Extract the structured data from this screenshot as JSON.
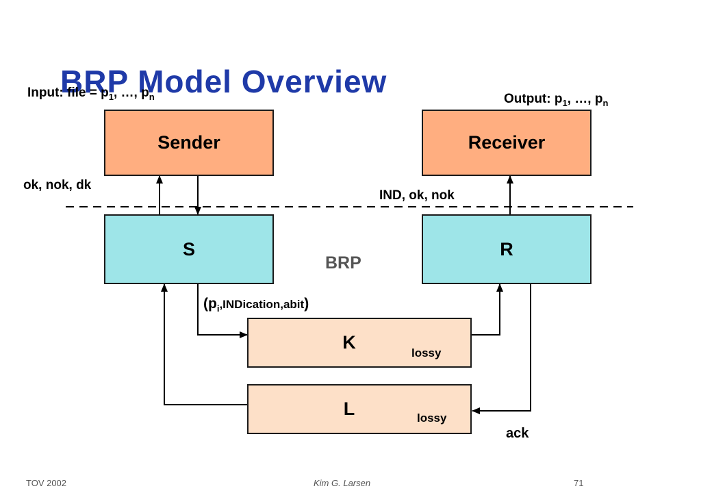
{
  "slide": {
    "title": "BRP Model Overview",
    "footer_left": "TOV 2002",
    "footer_center": "Kim G. Larsen",
    "footer_right": "71"
  },
  "labels": {
    "input_prefix": "Input: file = p",
    "input_mid": ", …, p",
    "input_sub1": "1",
    "input_subn": "n",
    "output_prefix": "Output: p",
    "output_mid": ", …, p",
    "output_sub1": "1",
    "output_subn": "n",
    "sender_signals": "ok, nok, dk",
    "receiver_signals": "IND, ok, nok",
    "brp": "BRP",
    "frame_open": "(p",
    "frame_sub": "i",
    "frame_rest": ",INDication,abit",
    "frame_close": ")",
    "ack": "ack"
  },
  "boxes": {
    "sender": "Sender",
    "receiver": "Receiver",
    "s": "S",
    "r": "R",
    "k": "K",
    "l": "L",
    "k_lossy": "lossy",
    "l_lossy": "lossy"
  },
  "colors": {
    "title": "#1f3aa8",
    "service_box": "#ffae80",
    "protocol_box": "#9ee5e8",
    "channel_box": "#fde0c8",
    "brp_label": "#555555"
  }
}
